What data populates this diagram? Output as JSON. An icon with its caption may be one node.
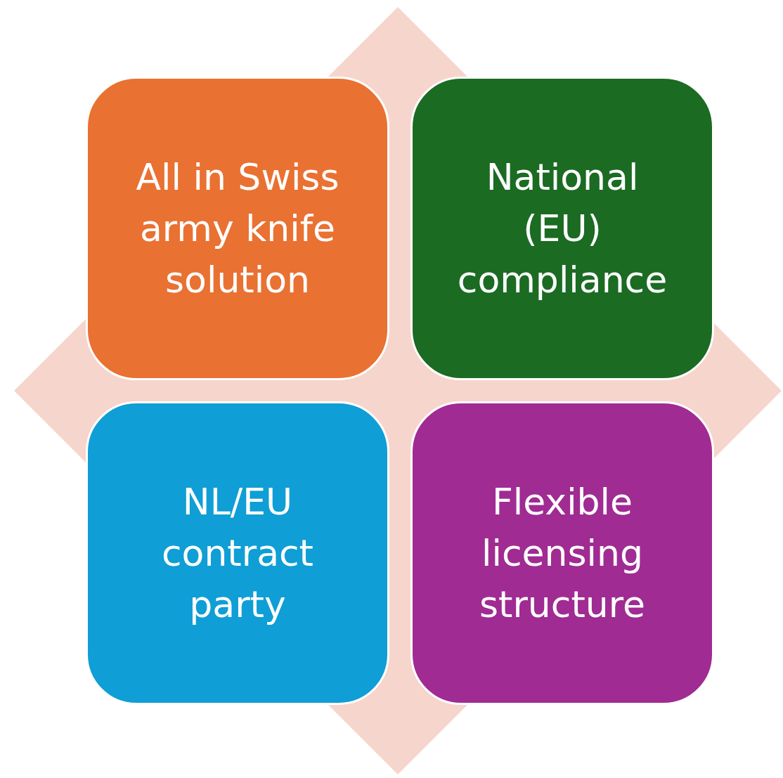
{
  "diagram": {
    "nodes": [
      {
        "text": [],
        "shape": "diamond"
      },
      {
        "text": [
          "All in Swiss army knife solution"
        ],
        "in": 0
      },
      {
        "text": [
          "National (EU) compliance"
        ],
        "in": 0
      },
      {
        "text": [
          "NL/EU contract party"
        ],
        "in": 0
      },
      {
        "text": [
          "Flexible licensing structure"
        ],
        "in": 0
      }
    ]
  }
}
